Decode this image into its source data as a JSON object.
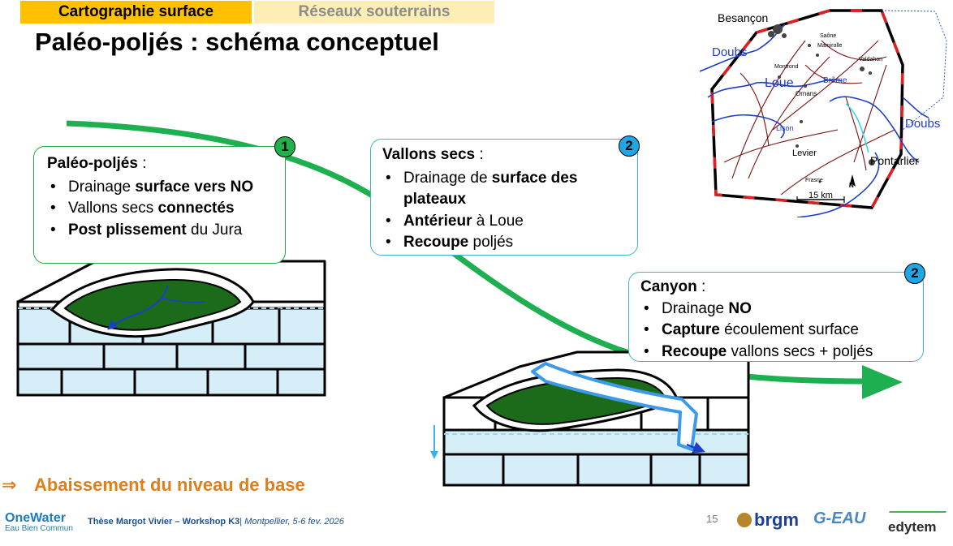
{
  "tabs": {
    "active": "Cartographie surface",
    "inactive": "Réseaux souterrains"
  },
  "title": "Paléo-poljés : schéma conceptuel",
  "boxes": {
    "paleo": {
      "badge": "1",
      "head": "Paléo-poljés",
      "head_suffix": " :",
      "items": [
        {
          "normal": "Drainage ",
          "bold": "surface vers NO",
          "after": ""
        },
        {
          "normal": "Vallons secs ",
          "bold": "connectés",
          "after": ""
        },
        {
          "normal": "",
          "bold": "Post plissement",
          "after": " du Jura"
        }
      ]
    },
    "vallons": {
      "badge": "2",
      "head": "Vallons secs",
      "head_suffix": " :",
      "items": [
        {
          "normal": "Drainage de ",
          "bold": "surface des plateaux",
          "after": ""
        },
        {
          "normal": "",
          "bold": "Antérieur",
          "after": " à Loue"
        },
        {
          "normal": "",
          "bold": "Recoupe",
          "after": " poljés"
        }
      ]
    },
    "canyon": {
      "badge": "2",
      "head": "Canyon",
      "head_suffix": " :",
      "items": [
        {
          "normal": "Drainage ",
          "bold": "NO",
          "after": ""
        },
        {
          "normal": "",
          "bold": "Capture",
          "after": " écoulement surface"
        },
        {
          "normal": "",
          "bold": "Recoupe",
          "after": " vallons secs + poljés"
        }
      ]
    }
  },
  "conclusion": {
    "arrow": "⇒",
    "text": "Abaissement du niveau de base"
  },
  "map": {
    "labels": {
      "besancon": "Besançon",
      "doubs_w": "Doubs",
      "saone": "Saône",
      "mamirolle": "Mamirolle",
      "montrond": "Montrond",
      "valdahon": "Valdahon",
      "loue": "Loue",
      "breme": "Brême",
      "ornans": "Ornans",
      "lison": "Lison",
      "doubs_e": "Doubs",
      "levier": "Levier",
      "pontarlier": "Pontarlier",
      "frasne": "Frasne",
      "north": "N",
      "scale": "15 km"
    }
  },
  "footer": {
    "org": "OneWater",
    "org_sub": "Eau Bien Commun",
    "author": "Thèse Margot Vivier – Workshop K3",
    "separator": "| ",
    "place": "Montpellier, 5-6 fev. 2026",
    "page": "15",
    "brgm": "brgm",
    "geau": "G-EAU",
    "edytem": "edytem"
  },
  "colors": {
    "tab_active": "#ffc000",
    "tab_inactive": "#fdeeb5",
    "flow_arrow": "#1eb050",
    "polje": "#1b6b1b",
    "water": "#d6eef8",
    "canyon": "#3c9ae8",
    "conclusion": "#e07e1a"
  }
}
